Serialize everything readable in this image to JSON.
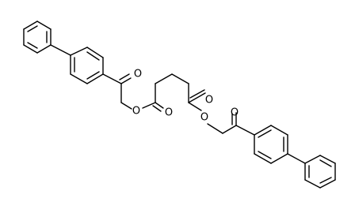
{
  "molecule": {
    "atoms": {
      "O_ketone_1": "O",
      "O_ester_1": "O",
      "O_carbonyl_1": "O",
      "O_carbonyl_2": "O",
      "O_ester_2": "O",
      "O_ketone_2": "O"
    },
    "colors": {
      "bond": "#000000",
      "label": "#000000",
      "background": "#ffffff"
    }
  }
}
